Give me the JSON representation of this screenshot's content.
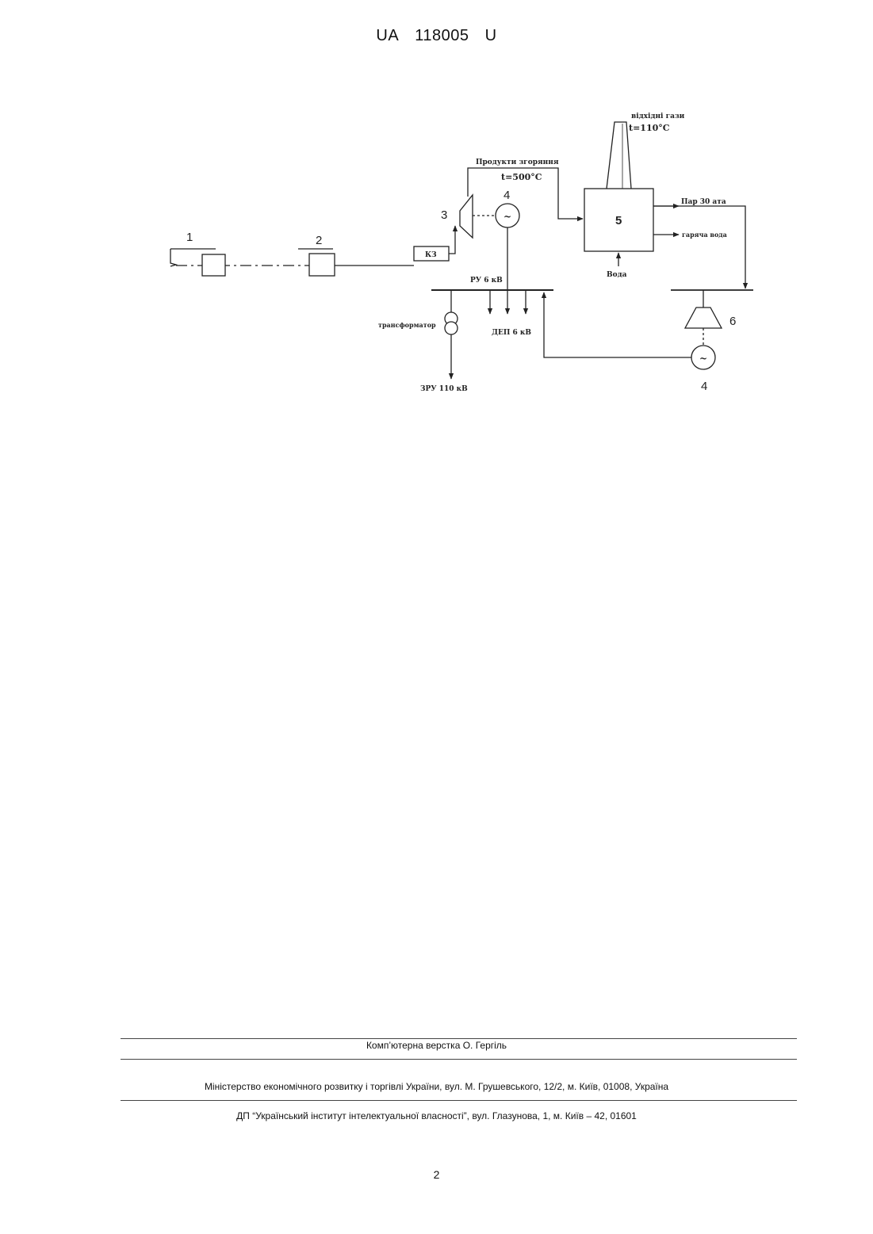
{
  "header": {
    "country": "UA",
    "number": "118005",
    "kind": "U"
  },
  "figure": {
    "labels": {
      "n1": "1",
      "n2": "2",
      "n3": "3",
      "n4_top": "4",
      "n5": "5",
      "n6": "6",
      "n4_bottom": "4",
      "kz": "КЗ",
      "combustion": "Продукти згоряння",
      "t500": "t=500°C",
      "flue": "відхідні гази",
      "t110": "t=110°C",
      "steam": "Пар 30 ата",
      "hot_water": "гаряча вода",
      "water": "Вода",
      "ru": "РУ 6 кВ",
      "transformer": "трансформатор",
      "dep": "ДЕП 6 кВ",
      "zru": "ЗРУ 110 кВ",
      "generator_symbol": "~"
    }
  },
  "footer": {
    "layout_credit": "Комп’ютерна верстка  О. Гергіль",
    "ministry": "Міністерство економічного розвитку і торгівлі України, вул. М. Грушевського, 12/2, м. Київ, 01008, Україна",
    "institute": "ДП “Український інститут інтелектуальної власності”, вул. Глазунова, 1, м. Київ – 42, 01601"
  },
  "page_number": "2"
}
